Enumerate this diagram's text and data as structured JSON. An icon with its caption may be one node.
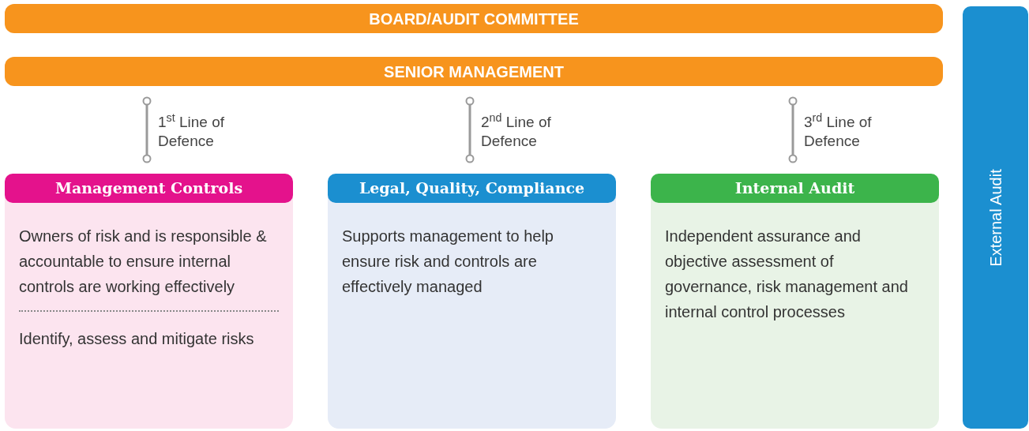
{
  "diagram": {
    "nodes": [
      {
        "text": [
          "BOARD/AUDIT COMMITTEE"
        ]
      },
      {
        "text": [
          "SENIOR MANAGEMENT"
        ]
      },
      {
        "text": [
          "Management Controls",
          "Owners of risk and is responsible & accountable to ensure internal controls are working effectively",
          "Identify, assess and mitigate risks"
        ]
      },
      {
        "text": [
          "Legal, Quality, Compliance",
          "Supports management to help ensure risk and controls are effectively managed"
        ]
      },
      {
        "text": [
          "Internal Audit",
          "Independent assurance and objective assessment of governance, risk management and internal control processes"
        ]
      },
      {
        "text": [
          "External Audit"
        ]
      }
    ],
    "edges": [
      {
        "from": 1,
        "to": 2,
        "arrow": "other",
        "label": "1$^{st}$ Line of Defence"
      },
      {
        "from": 1,
        "to": 3,
        "arrow": "other",
        "label": "2$^{nd}$ Line of Defence"
      },
      {
        "from": 1,
        "to": 4,
        "arrow": "other",
        "label": "3$^{rd}$ Line of Defence"
      }
    ]
  }
}
